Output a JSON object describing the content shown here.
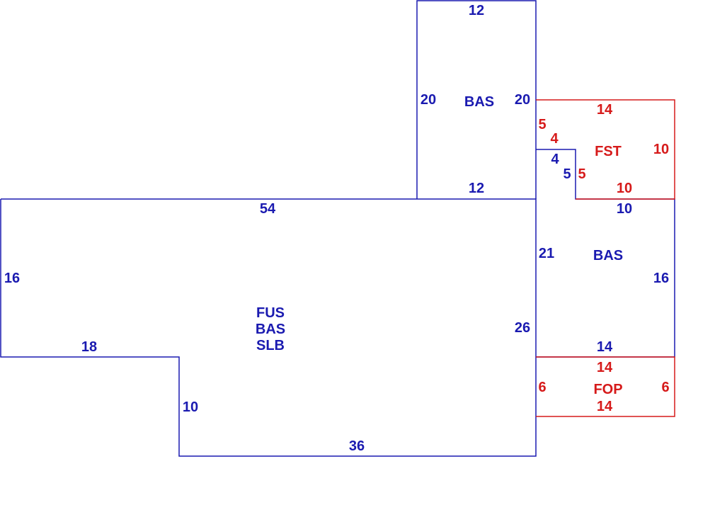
{
  "colors": {
    "main": "#1a1ab0",
    "addition": "#d61a1a",
    "background": "#ffffff"
  },
  "main_area": {
    "labels": [
      "FUS",
      "BAS",
      "SLB"
    ],
    "dims": {
      "top": "54",
      "left": "16",
      "step_bottom": "18",
      "step_side": "10",
      "bottom": "36",
      "right": "26"
    }
  },
  "top_bas": {
    "label": "BAS",
    "dims": {
      "top": "12",
      "bottom": "12",
      "left": "20",
      "right": "20"
    }
  },
  "right_bas": {
    "label": "BAS",
    "dims": {
      "notch_top": "4",
      "notch_side": "5",
      "top": "10",
      "left": "21",
      "right": "16",
      "bottom": "14"
    }
  },
  "fst": {
    "label": "FST",
    "dims": {
      "top": "14",
      "left": "5",
      "notch_top": "4",
      "notch_side": "5",
      "bottom": "10",
      "right": "10"
    }
  },
  "fop": {
    "label": "FOP",
    "dims": {
      "top": "14",
      "bottom": "14",
      "left": "6",
      "right": "6"
    }
  }
}
